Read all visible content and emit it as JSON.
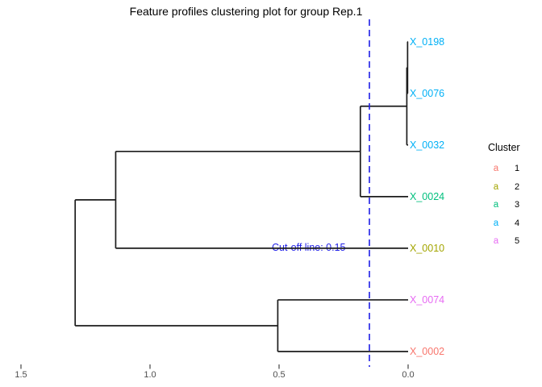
{
  "chart_data": {
    "type": "dendrogram",
    "orientation": "horizontal",
    "title": "Feature profiles clustering plot for group Rep.1",
    "line_color": "#1c1c1c",
    "x_axis": {
      "label": "",
      "ticks": [
        {
          "label": "1.5",
          "value": 1.5
        },
        {
          "label": "1.0",
          "value": 1.0
        },
        {
          "label": "0.5",
          "value": 0.5
        },
        {
          "label": "0.0",
          "value": 0.0
        }
      ],
      "range": [
        1.55,
        -0.05
      ],
      "tick_color": "#333333",
      "text_color": "#4d4d4d"
    },
    "leaves": [
      {
        "label": "X_0198",
        "cluster": 4,
        "color": "#00B0F6"
      },
      {
        "label": "X_0076",
        "cluster": 4,
        "color": "#00B0F6"
      },
      {
        "label": "X_0032",
        "cluster": 4,
        "color": "#00B0F6"
      },
      {
        "label": "X_0024",
        "cluster": 3,
        "color": "#00BF7D"
      },
      {
        "label": "X_0010",
        "cluster": 2,
        "color": "#A3A500"
      },
      {
        "label": "X_0074",
        "cluster": 5,
        "color": "#E76BF3"
      },
      {
        "label": "X_0002",
        "cluster": 1,
        "color": "#F8766D"
      }
    ],
    "merges": [
      {
        "members": [
          "X_0198",
          "X_0076"
        ],
        "height": 0.002
      },
      {
        "members": [
          "X_0198+X_0076",
          "X_0032"
        ],
        "height": 0.005
      },
      {
        "members": [
          "X_0198+X_0076+X_0032",
          "X_0024"
        ],
        "height": 0.185
      },
      {
        "members": [
          "X_0074",
          "X_0002"
        ],
        "height": 0.505
      },
      {
        "members": [
          "top4-cluster",
          "X_0010"
        ],
        "height": 1.133
      },
      {
        "members": [
          "upper-cluster",
          "lower-cluster"
        ],
        "height": 1.29
      }
    ],
    "segments": [
      [
        0.002,
        1,
        0,
        1
      ],
      [
        0.002,
        2,
        0,
        2
      ],
      [
        0.002,
        1,
        0.002,
        2
      ],
      [
        0.005,
        1.5,
        0.002,
        1.5
      ],
      [
        0.005,
        3,
        0,
        3
      ],
      [
        0.005,
        1.5,
        0.005,
        3
      ],
      [
        0.185,
        2.25,
        0.005,
        2.25
      ],
      [
        0.185,
        4,
        0,
        4
      ],
      [
        0.185,
        2.25,
        0.185,
        4
      ],
      [
        1.133,
        3.125,
        0.185,
        3.125
      ],
      [
        1.133,
        5,
        0,
        5
      ],
      [
        1.133,
        3.125,
        1.133,
        5
      ],
      [
        0.505,
        6,
        0,
        6
      ],
      [
        0.505,
        7,
        0,
        7
      ],
      [
        0.505,
        6,
        0.505,
        7
      ],
      [
        1.29,
        4.0625,
        1.133,
        4.0625
      ],
      [
        1.29,
        6.5,
        0.505,
        6.5
      ],
      [
        1.29,
        4.0625,
        1.29,
        6.5
      ]
    ],
    "cutoff": {
      "label": "Cut-off line: 0.15",
      "value": 0.15,
      "color": "#1E1EE6"
    }
  },
  "legend": {
    "title": "Cluster",
    "key_glyph": "a",
    "items": [
      {
        "label": "1",
        "color": "#F8766D"
      },
      {
        "label": "2",
        "color": "#A3A500"
      },
      {
        "label": "3",
        "color": "#00BF7D"
      },
      {
        "label": "4",
        "color": "#00B0F6"
      },
      {
        "label": "5",
        "color": "#E76BF3"
      }
    ]
  }
}
